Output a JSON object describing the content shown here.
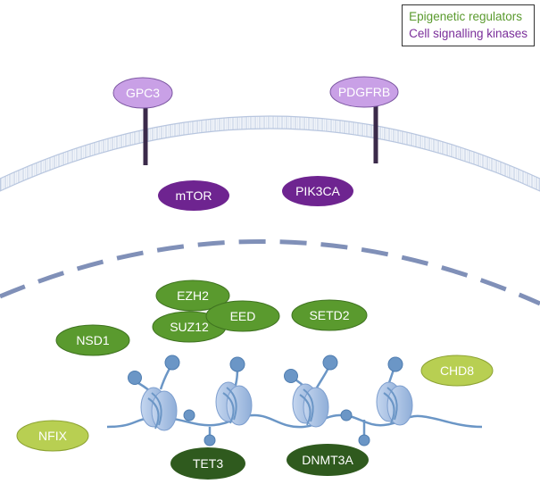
{
  "legend": {
    "epigenetic": "Epigenetic regulators",
    "signalling": "Cell signalling kinases"
  },
  "receptors": [
    "GPC3",
    "PDGFRB"
  ],
  "cytoplasm": [
    "mTOR",
    "PIK3CA"
  ],
  "nuclear": {
    "prc2": [
      "EZH2",
      "SUZ12",
      "EED"
    ],
    "other": [
      "SETD2",
      "NSD1",
      "CHD8",
      "NFIX"
    ],
    "dna_methyl": [
      "TET3",
      "DNMT3A"
    ]
  },
  "colors": {
    "receptor_fill": "#c9a0e6",
    "kinase_fill": "#6e2490",
    "membrane": "#b8c6df",
    "nuclear_envelope": "#8090b8",
    "green_mid": "#5a9a2e",
    "green_light": "#b8cf52",
    "green_dark": "#2f5a1e",
    "chromatin": "#6b96c6",
    "histone": "#a9c2e6"
  }
}
